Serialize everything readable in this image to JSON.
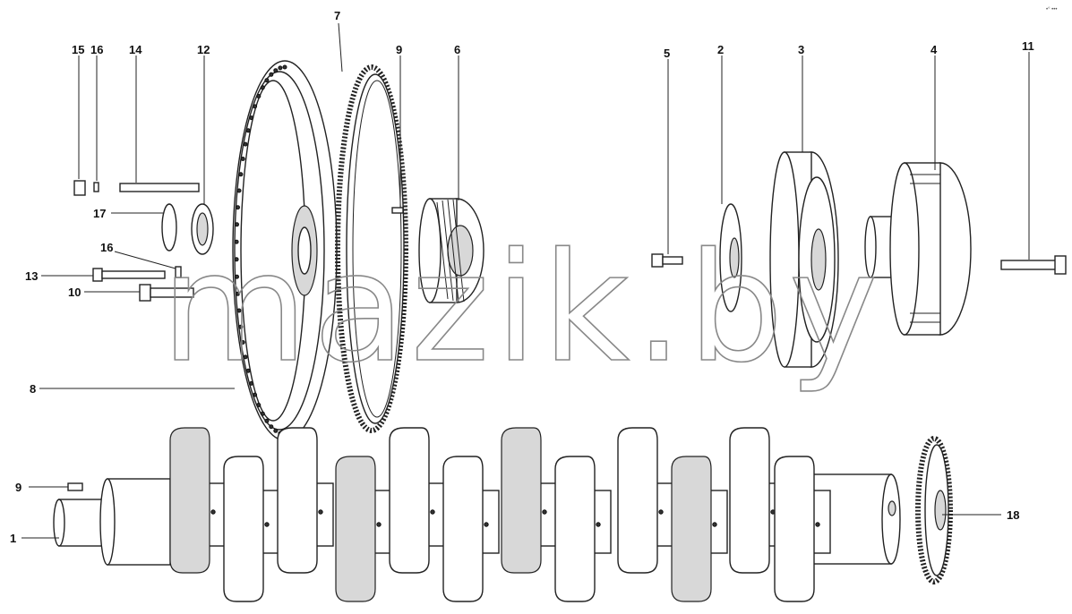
{
  "watermark": "mazik.by",
  "corner_mark": "•° •••",
  "callouts": [
    {
      "id": "c15",
      "label": "15"
    },
    {
      "id": "c16a",
      "label": "16"
    },
    {
      "id": "c14",
      "label": "14"
    },
    {
      "id": "c12",
      "label": "12"
    },
    {
      "id": "c7",
      "label": "7"
    },
    {
      "id": "c9a",
      "label": "9"
    },
    {
      "id": "c6",
      "label": "6"
    },
    {
      "id": "c5",
      "label": "5"
    },
    {
      "id": "c2",
      "label": "2"
    },
    {
      "id": "c3",
      "label": "3"
    },
    {
      "id": "c4",
      "label": "4"
    },
    {
      "id": "c11",
      "label": "11"
    },
    {
      "id": "c17",
      "label": "17"
    },
    {
      "id": "c16b",
      "label": "16"
    },
    {
      "id": "c13",
      "label": "13"
    },
    {
      "id": "c10",
      "label": "10"
    },
    {
      "id": "c8",
      "label": "8"
    },
    {
      "id": "c9b",
      "label": "9"
    },
    {
      "id": "c1",
      "label": "1"
    },
    {
      "id": "c18",
      "label": "18"
    }
  ]
}
